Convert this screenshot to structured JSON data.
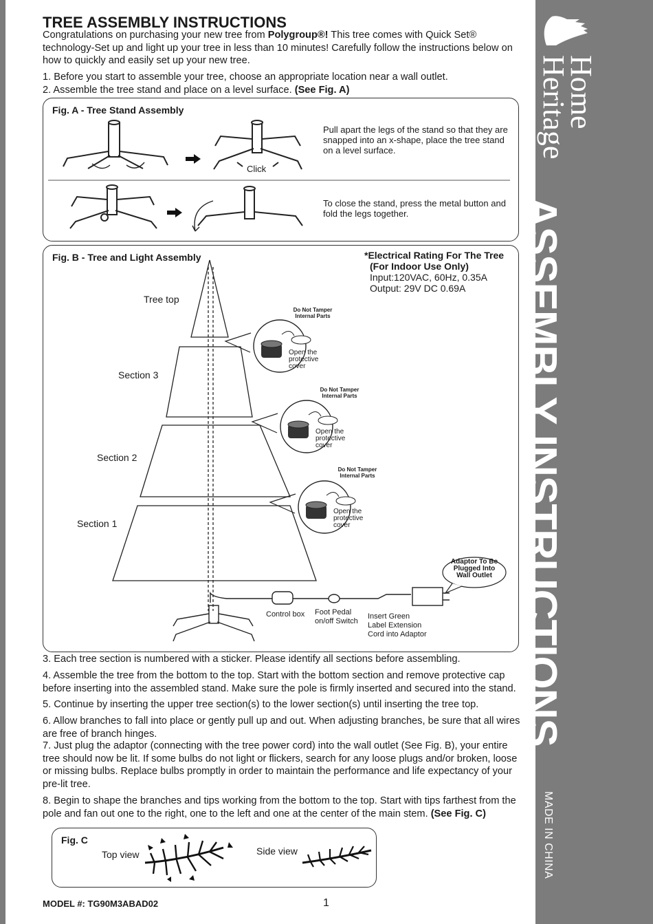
{
  "sidebar": {
    "brand_line1": "Home",
    "brand_line2": "Heritage",
    "title": "ASSEMBLY INSTRUCTIONS",
    "made_in": "MADE IN CHINA"
  },
  "header": {
    "title": "TREE ASSEMBLY INSTRUCTIONS",
    "intro_pre": "Congratulations on purchasing your new tree from ",
    "intro_brand": "Polygroup®!",
    "intro_post": " This tree comes with Quick Set® technology-Set up and light up your tree in less than 10 minutes! Carefully follow the instructions below on how to quickly and easily set up your new tree."
  },
  "steps": {
    "s1": "1. Before you start to assemble your tree, choose an appropriate location near a wall outlet.",
    "s2": "2. Assemble the tree stand and place on a level surface.",
    "s2_ref": "(See Fig. A)",
    "s3": "3. Each tree section is numbered with a sticker. Please identify all sections before assembling.",
    "s4": "4.  Assemble the tree from the bottom to the top. Start with the bottom section and remove protective cap before inserting into the assembled stand. Make sure the pole is firmly inserted and secured into the stand.",
    "s5": "5. Continue by inserting the upper tree section(s) to the lower section(s) until inserting the tree top.",
    "s6": "6. Allow branches to fall into place or gently pull up and out. When adjusting branches, be sure that all wires are free of branch hinges.",
    "s7": "7. Just plug the adaptor (connecting with the tree power cord) into the wall outlet (See Fig. B), your entire tree should now be lit. If some bulbs do not light or flickers, search for any loose plugs and/or broken, loose or missing bulbs. Replace bulbs promptly in order to maintain the performance and life expectancy of your pre-lit tree.",
    "s8": "8. Begin to shape the branches and tips working from the bottom to the top. Start with tips farthest from the pole and fan out one to the right, one to the left and one at the center of the main stem.",
    "s8_ref": "(See Fig. C)"
  },
  "figA": {
    "title": "Fig. A - Tree Stand Assembly",
    "open_note": "Pull apart the legs of the stand so that they are snapped into an x-shape, place the tree stand on a level surface.",
    "close_note": "To close the stand, press the metal button and fold the legs together.",
    "click_label": "Click"
  },
  "figB": {
    "title": "Fig. B - Tree and Light Assembly",
    "tree_top": "Tree  top",
    "section3": "Section 3",
    "section2": "Section 2",
    "section1": "Section 1",
    "callout_warning": "Do Not Tamper Internal Parts",
    "callout_open": "Open the protective cover",
    "elec_title": "*Electrical Rating For The Tree",
    "elec_sub": "(For Indoor Use Only)",
    "elec_input": "Input:120VAC, 60Hz, 0.35A",
    "elec_output": "Output: 29V DC 0.69A",
    "control_box": "Control box",
    "foot_pedal": "Foot Pedal on/off Switch",
    "insert_green": "Insert Green Label Extension Cord into Adaptor",
    "adaptor": "Adaptor To Be Plugged Into Wall Outlet"
  },
  "figC": {
    "title": "Fig. C",
    "top_view": "Top view",
    "side_view": "Side view"
  },
  "footer": {
    "model": "MODEL #: TG90M3ABAD02",
    "page": "1"
  }
}
